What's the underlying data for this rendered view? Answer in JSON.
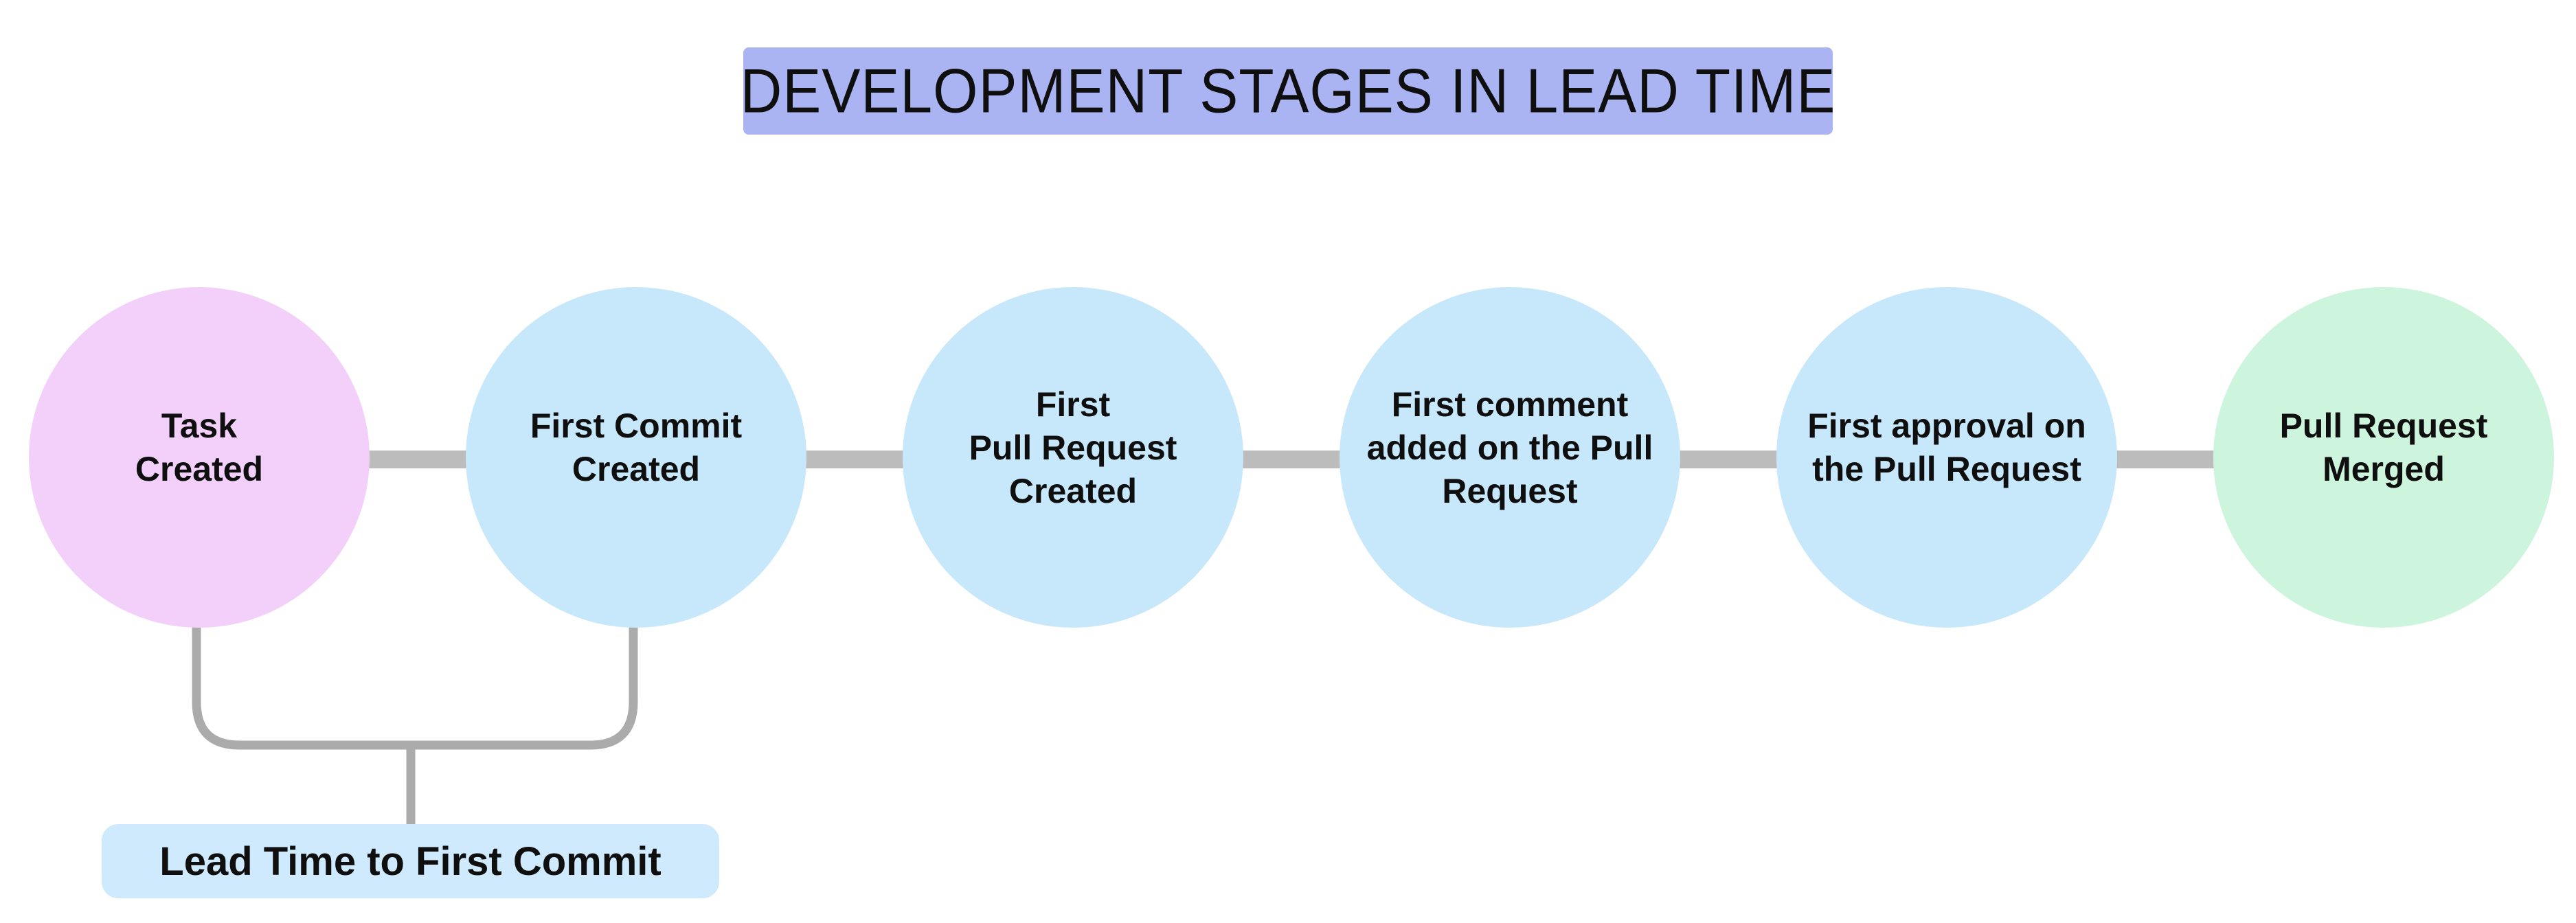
{
  "title": {
    "text": "DEVELOPMENT STAGES IN LEAD TIME",
    "bg_color": "#aab4f2",
    "text_color": "#0f0f0f"
  },
  "stages": [
    {
      "id": "task-created",
      "label": "Task\nCreated",
      "fill": "#f3d0fa"
    },
    {
      "id": "first-commit-created",
      "label": "First Commit\nCreated",
      "fill": "#c7e8fb"
    },
    {
      "id": "first-pull-request-created",
      "label": "First\nPull Request\nCreated",
      "fill": "#c7e8fb"
    },
    {
      "id": "first-comment-added",
      "label": "First comment\nadded on the Pull\nRequest",
      "fill": "#c7e8fb"
    },
    {
      "id": "first-approval",
      "label": "First approval on\nthe Pull Request",
      "fill": "#c7e8fb"
    },
    {
      "id": "pull-request-merged",
      "label": "Pull Request\nMerged",
      "fill": "#cdf4dc"
    }
  ],
  "annotation": {
    "label": "Lead Time to First Commit",
    "bg_color": "#cfeafc",
    "text_color": "#0f0f0f"
  },
  "colors": {
    "connector": "#bcbcbc",
    "bracket_line": "#ababab",
    "background": "#ffffff"
  }
}
